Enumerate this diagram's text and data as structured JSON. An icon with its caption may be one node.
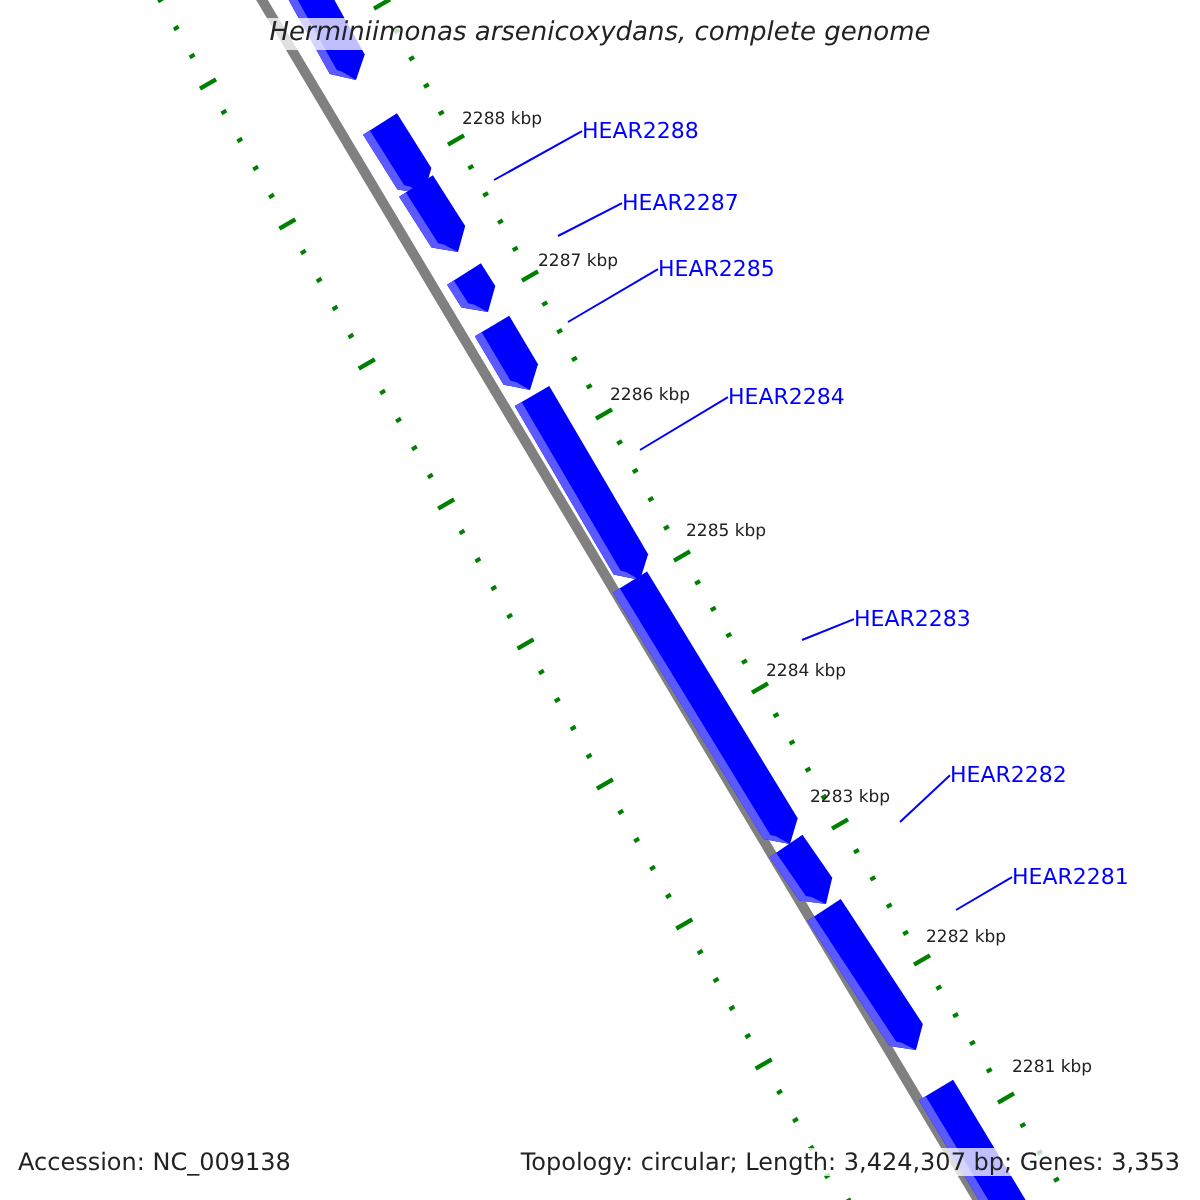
{
  "diagram": {
    "title": "Herminiimonas arsenicoxydans, complete genome",
    "nodes": [
      {
        "text": [
          "HEAR2288"
        ]
      },
      {
        "text": [
          "HEAR2287"
        ]
      },
      {
        "text": [
          "HEAR2285"
        ]
      },
      {
        "text": [
          "HEAR2284"
        ]
      },
      {
        "text": [
          "HEAR2283"
        ]
      },
      {
        "text": [
          "HEAR2282"
        ]
      },
      {
        "text": [
          "HEAR2281"
        ]
      }
    ],
    "edges": [
      {
        "from": 0,
        "to": null,
        "arrow": "none"
      },
      {
        "from": 1,
        "to": null,
        "arrow": "none"
      },
      {
        "from": 2,
        "to": null,
        "arrow": "none"
      },
      {
        "from": 3,
        "to": null,
        "arrow": "none"
      },
      {
        "from": 4,
        "to": null,
        "arrow": "none"
      },
      {
        "from": 5,
        "to": null,
        "arrow": "none"
      },
      {
        "from": 6,
        "to": null,
        "arrow": "none"
      }
    ],
    "labels": [
      "2288 kbp",
      "2287 kbp",
      "2286 kbp",
      "2285 kbp",
      "2284 kbp",
      "2283 kbp",
      "2282 kbp",
      "2281 kbp",
      "Accession: NC_009138",
      "Topology: circular; Length: 3,424,307 bp; Genes: 3,353"
    ]
  }
}
